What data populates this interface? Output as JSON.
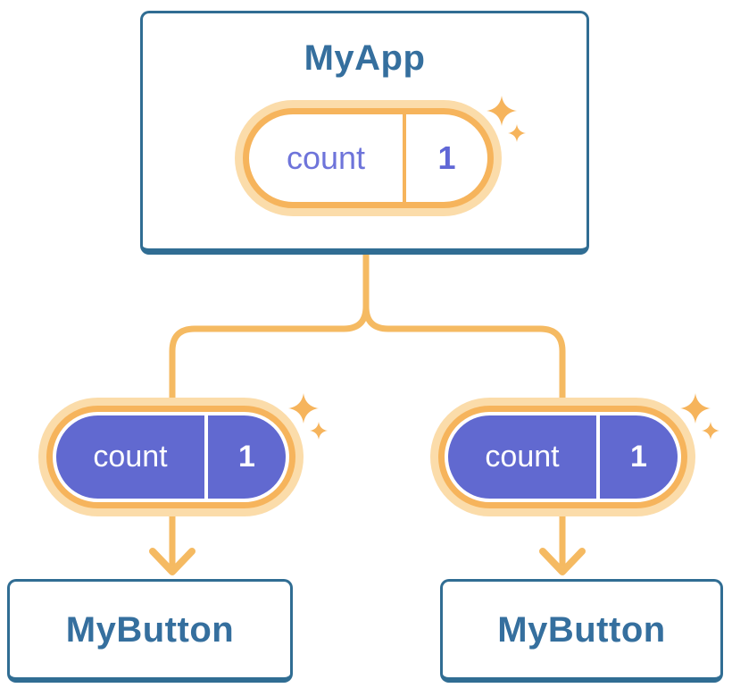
{
  "app": {
    "title": "MyApp",
    "state": {
      "label": "count",
      "value": "1"
    }
  },
  "children": {
    "left": {
      "title": "MyButton",
      "prop": {
        "label": "count",
        "value": "1"
      }
    },
    "right": {
      "title": "MyButton",
      "prop": {
        "label": "count",
        "value": "1"
      }
    }
  },
  "icons": {
    "sparkle": "sparkle-icon",
    "arrow": "arrow-down-icon"
  },
  "colors": {
    "card_border": "#306d93",
    "card_text": "#356f9e",
    "connector": "#f5ba62",
    "pill_ring": "#f6b45c",
    "pill_halo": "#fbdcaa",
    "pill_fill": "#6169d0",
    "state_label": "#6e74da",
    "state_value": "#6067d6",
    "prop_text": "#ffffff",
    "background": "#ffffff"
  }
}
